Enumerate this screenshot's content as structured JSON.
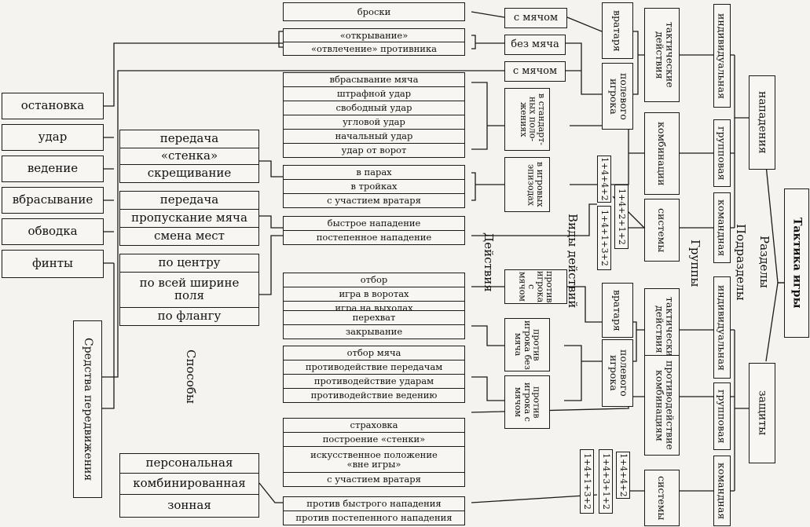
{
  "root": "Тактика игры",
  "sections": [
    "нападения",
    "защиты"
  ],
  "labels": {
    "razdely": "Разделы",
    "podrazdely": "Подразделы",
    "gruppy": "Группы",
    "vidy_deystviy": "Виды действий",
    "deystviya": "Действия",
    "sposoby": "Способы",
    "sredstva": "Средства передвижения"
  },
  "attack": {
    "subsections": [
      "индивидуальная",
      "групповая",
      "командная"
    ],
    "groups": [
      "тактические действия",
      "комбинации",
      "системы"
    ],
    "player_types": [
      "вратаря",
      "полевого игрока"
    ],
    "action_types": [
      "с мячом",
      "без мяча",
      "с мячом"
    ],
    "combo_types": [
      "в стандарт-ных поло-жениях",
      "в игровых эпизодах"
    ],
    "systems": [
      "1+4+4+2",
      "1+4+2+1+2",
      "1+4+1+3+2"
    ],
    "goalkeeper_actions": [
      "броски"
    ],
    "field_player_no_ball": [
      "«открывание»",
      "«отвлечение» противника"
    ],
    "standard": [
      "вбрасывание мяча",
      "штрафной удар",
      "свободный удар",
      "угловой удар",
      "начальный удар",
      "удар от ворот"
    ],
    "episodes": [
      "в парах",
      "в тройках",
      "с участием вратаря"
    ],
    "system_actions": [
      "быстрое нападение",
      "постепенное нападение"
    ]
  },
  "defense": {
    "subsections": [
      "индивидуальная",
      "групповая",
      "командная"
    ],
    "groups": [
      "тактические действия",
      "противодействие комбинациям",
      "системы"
    ],
    "player_types": [
      "вратаря",
      "полевого игрока"
    ],
    "action_types": [
      "против игрока с мячом",
      "против игрока без мяча",
      "против игрока с мячом"
    ],
    "systems": [
      "1+4+4+2",
      "1+4+3+1+2",
      "1+4+1+3+2"
    ],
    "goalkeeper_actions": [
      "отбор",
      "игра в воротах",
      "игра на выходах"
    ],
    "no_ball_actions": [
      "перехват",
      "закрывание"
    ],
    "ball_actions": [
      "отбор мяча",
      "противодействие передачам",
      "противодействие ударам",
      "противодействие ведению"
    ],
    "combo_actions": [
      "страховка",
      "построение «стенки»",
      "искусственное положение «вне игры»",
      "с участием вратаря"
    ],
    "system_actions": [
      "против быстрого нападения",
      "против постепенного нападения"
    ]
  },
  "movement": [
    "остановка",
    "удар",
    "ведение",
    "вбрасывание",
    "обводка",
    "финты"
  ],
  "methods_group1": [
    "передача",
    "«стенка»",
    "скрещивание"
  ],
  "methods_group2": [
    "передача",
    "пропускание мяча",
    "смена мест"
  ],
  "methods_group3": [
    "по центру",
    "по всей ширине поля",
    "по флангу"
  ],
  "defense_methods": [
    "персональная",
    "комбинированная",
    "зонная"
  ]
}
